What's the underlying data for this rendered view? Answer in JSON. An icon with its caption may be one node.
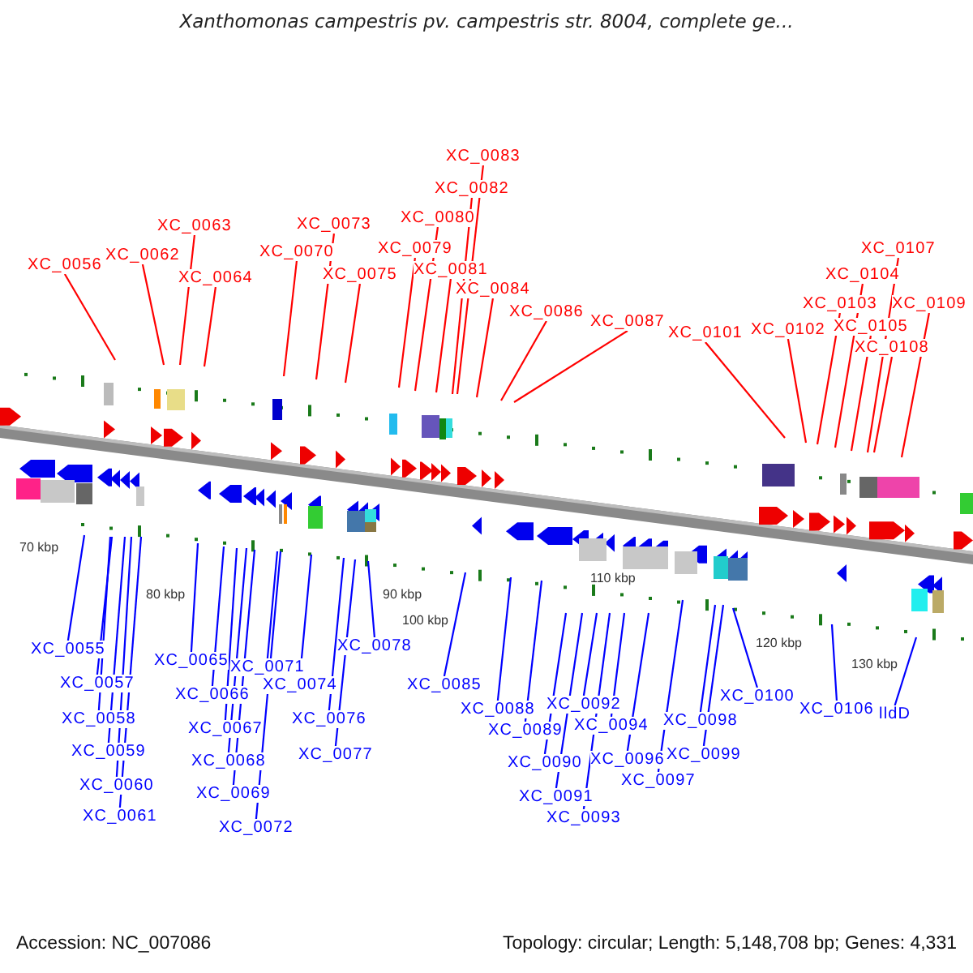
{
  "diagram": {
    "title": "Xanthomonas campestris pv. campestris str. 8004, complete ge...",
    "nodes": [
      {
        "text": [
          "XC_0056"
        ]
      },
      {
        "text": [
          "XC_0062"
        ]
      },
      {
        "text": [
          "XC_0063"
        ]
      },
      {
        "text": [
          "XC_0064"
        ]
      },
      {
        "text": [
          "XC_0070"
        ]
      },
      {
        "text": [
          "XC_0073"
        ]
      },
      {
        "text": [
          "XC_0075"
        ]
      },
      {
        "text": [
          "XC_0079"
        ]
      },
      {
        "text": [
          "XC_0080"
        ]
      },
      {
        "text": [
          "XC_0081"
        ]
      },
      {
        "text": [
          "XC_0082"
        ]
      },
      {
        "text": [
          "XC_0083"
        ]
      },
      {
        "text": [
          "XC_0084"
        ]
      },
      {
        "text": [
          "XC_0086"
        ]
      },
      {
        "text": [
          "XC_0087"
        ]
      },
      {
        "text": [
          "XC_0101"
        ]
      },
      {
        "text": [
          "XC_0102"
        ]
      },
      {
        "text": [
          "XC_0103"
        ]
      },
      {
        "text": [
          "XC_0104"
        ]
      },
      {
        "text": [
          "XC_0105"
        ]
      },
      {
        "text": [
          "XC_0107"
        ]
      },
      {
        "text": [
          "XC_0108"
        ]
      },
      {
        "text": [
          "XC_0109"
        ]
      },
      {
        "text": [
          "XC_0055"
        ]
      },
      {
        "text": [
          "XC_0057"
        ]
      },
      {
        "text": [
          "XC_0058"
        ]
      },
      {
        "text": [
          "XC_0059"
        ]
      },
      {
        "text": [
          "XC_0060"
        ]
      },
      {
        "text": [
          "XC_0061"
        ]
      },
      {
        "text": [
          "XC_0065"
        ]
      },
      {
        "text": [
          "XC_0066"
        ]
      },
      {
        "text": [
          "XC_0067"
        ]
      },
      {
        "text": [
          "XC_0068"
        ]
      },
      {
        "text": [
          "XC_0069"
        ]
      },
      {
        "text": [
          "XC_0071"
        ]
      },
      {
        "text": [
          "XC_0072"
        ]
      },
      {
        "text": [
          "XC_0074"
        ]
      },
      {
        "text": [
          "XC_0076"
        ]
      },
      {
        "text": [
          "XC_0077"
        ]
      },
      {
        "text": [
          "XC_0078"
        ]
      },
      {
        "text": [
          "XC_0085"
        ]
      },
      {
        "text": [
          "XC_0088"
        ]
      },
      {
        "text": [
          "XC_0089"
        ]
      },
      {
        "text": [
          "XC_0090"
        ]
      },
      {
        "text": [
          "XC_0091"
        ]
      },
      {
        "text": [
          "XC_0092"
        ]
      },
      {
        "text": [
          "XC_0093"
        ]
      },
      {
        "text": [
          "XC_0094"
        ]
      },
      {
        "text": [
          "XC_0096"
        ]
      },
      {
        "text": [
          "XC_0097"
        ]
      },
      {
        "text": [
          "XC_0098"
        ]
      },
      {
        "text": [
          "XC_0099"
        ]
      },
      {
        "text": [
          "XC_0100"
        ]
      },
      {
        "text": [
          "XC_0106"
        ]
      },
      {
        "text": [
          "lldD"
        ]
      }
    ],
    "edges": [
      {
        "from": 0,
        "to": null,
        "arrow": "none",
        "color": "#ff0000"
      },
      {
        "from": 1,
        "to": null,
        "arrow": "none",
        "color": "#ff0000"
      },
      {
        "from": 2,
        "to": null,
        "arrow": "none",
        "color": "#ff0000"
      },
      {
        "from": 3,
        "to": null,
        "arrow": "none",
        "color": "#ff0000"
      },
      {
        "from": 4,
        "to": null,
        "arrow": "none",
        "color": "#ff0000"
      },
      {
        "from": 5,
        "to": null,
        "arrow": "none",
        "color": "#ff0000"
      },
      {
        "from": 6,
        "to": null,
        "arrow": "none",
        "color": "#ff0000"
      },
      {
        "from": 7,
        "to": null,
        "arrow": "none",
        "color": "#ff0000"
      },
      {
        "from": 8,
        "to": null,
        "arrow": "none",
        "color": "#ff0000"
      },
      {
        "from": 9,
        "to": null,
        "arrow": "none",
        "color": "#ff0000"
      },
      {
        "from": 10,
        "to": null,
        "arrow": "none",
        "color": "#ff0000"
      },
      {
        "from": 11,
        "to": null,
        "arrow": "none",
        "color": "#ff0000"
      },
      {
        "from": 12,
        "to": null,
        "arrow": "none",
        "color": "#ff0000"
      },
      {
        "from": 13,
        "to": null,
        "arrow": "none",
        "color": "#ff0000"
      },
      {
        "from": 14,
        "to": null,
        "arrow": "none",
        "color": "#ff0000"
      },
      {
        "from": 15,
        "to": null,
        "arrow": "none",
        "color": "#ff0000"
      },
      {
        "from": 16,
        "to": null,
        "arrow": "none",
        "color": "#ff0000"
      },
      {
        "from": 17,
        "to": null,
        "arrow": "none",
        "color": "#ff0000"
      },
      {
        "from": 18,
        "to": null,
        "arrow": "none",
        "color": "#ff0000"
      },
      {
        "from": 19,
        "to": null,
        "arrow": "none",
        "color": "#ff0000"
      },
      {
        "from": 20,
        "to": null,
        "arrow": "none",
        "color": "#ff0000"
      },
      {
        "from": 21,
        "to": null,
        "arrow": "none",
        "color": "#ff0000"
      },
      {
        "from": 22,
        "to": null,
        "arrow": "none",
        "color": "#ff0000"
      },
      {
        "from": 23,
        "to": null,
        "arrow": "none"
      },
      {
        "from": 24,
        "to": null,
        "arrow": "none"
      },
      {
        "from": 25,
        "to": null,
        "arrow": "none"
      },
      {
        "from": 26,
        "to": null,
        "arrow": "none"
      },
      {
        "from": 27,
        "to": null,
        "arrow": "none"
      },
      {
        "from": 28,
        "to": null,
        "arrow": "none"
      },
      {
        "from": 29,
        "to": null,
        "arrow": "none"
      },
      {
        "from": 30,
        "to": null,
        "arrow": "none"
      },
      {
        "from": 31,
        "to": null,
        "arrow": "none"
      },
      {
        "from": 32,
        "to": null,
        "arrow": "none"
      },
      {
        "from": 33,
        "to": null,
        "arrow": "none"
      },
      {
        "from": 34,
        "to": null,
        "arrow": "none"
      },
      {
        "from": 35,
        "to": null,
        "arrow": "none"
      },
      {
        "from": 36,
        "to": null,
        "arrow": "none"
      },
      {
        "from": 37,
        "to": null,
        "arrow": "none"
      },
      {
        "from": 38,
        "to": null,
        "arrow": "none"
      },
      {
        "from": 39,
        "to": null,
        "arrow": "none"
      },
      {
        "from": 40,
        "to": null,
        "arrow": "none"
      },
      {
        "from": 41,
        "to": null,
        "arrow": "none"
      },
      {
        "from": 42,
        "to": null,
        "arrow": "none"
      },
      {
        "from": 43,
        "to": null,
        "arrow": "none"
      },
      {
        "from": 44,
        "to": null,
        "arrow": "none"
      },
      {
        "from": 45,
        "to": null,
        "arrow": "none"
      },
      {
        "from": 46,
        "to": null,
        "arrow": "none"
      },
      {
        "from": 47,
        "to": null,
        "arrow": "none"
      },
      {
        "from": 48,
        "to": null,
        "arrow": "none"
      },
      {
        "from": 49,
        "to": null,
        "arrow": "none"
      },
      {
        "from": 50,
        "to": null,
        "arrow": "none"
      },
      {
        "from": 51,
        "to": null,
        "arrow": "none"
      },
      {
        "from": 52,
        "to": null,
        "arrow": "none"
      },
      {
        "from": 53,
        "to": null,
        "arrow": "none"
      },
      {
        "from": 54,
        "to": null,
        "arrow": "none"
      }
    ],
    "labels": [
      "70 kbp",
      "80 kbp",
      "90 kbp",
      "100 kbp",
      "110 kbp",
      "120 kbp",
      "130 kbp",
      "Accession: NC_007086",
      "Topology: circular; Length: 5,148,708 bp; Genes: 4,331"
    ]
  }
}
